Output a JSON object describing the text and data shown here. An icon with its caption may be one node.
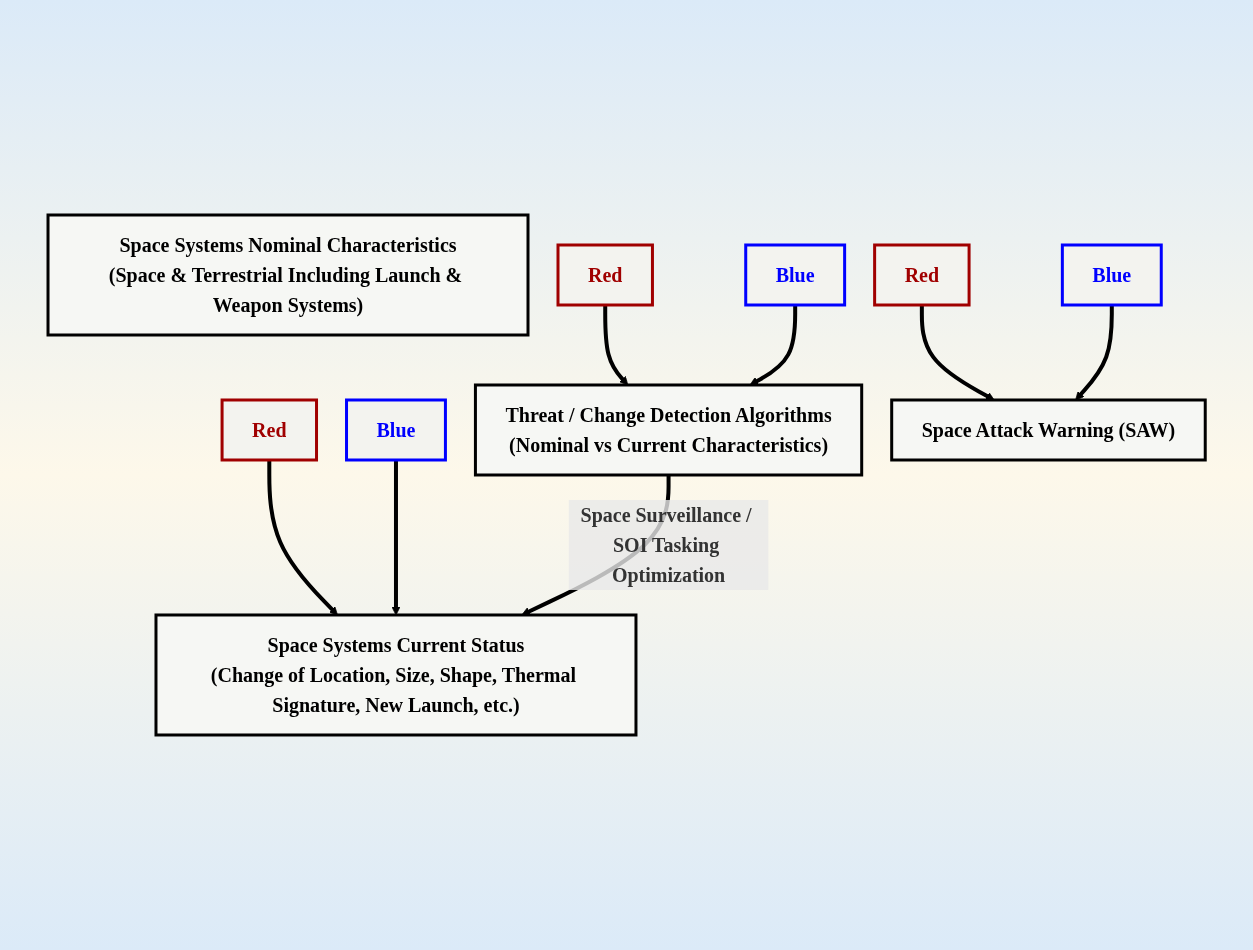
{
  "diagram": {
    "nodes": [
      {
        "text": [
          "Space Systems Nominal Characteristics",
          "(Space & Terrestrial Including Launch & Weapon Systems)"
        ]
      },
      {
        "text": [
          "Red"
        ]
      },
      {
        "text": [
          "Blue"
        ]
      },
      {
        "text": [
          "Space Systems Current Status",
          "(Change of Location, Size, Shape, Thermal Signature, New Launch, etc.)"
        ]
      },
      {
        "text": [
          "Red"
        ]
      },
      {
        "text": [
          "Blue"
        ]
      },
      {
        "text": [
          "Threat / Change Detection Algorithms",
          "(Nominal vs Current Characteristics)"
        ]
      },
      {
        "text": [
          "Red"
        ]
      },
      {
        "text": [
          "Blue"
        ]
      },
      {
        "text": [
          "Space Attack Warning (SAW)"
        ]
      }
    ],
    "edges": [
      {
        "from": 1,
        "to": 3,
        "arrow": "to"
      },
      {
        "from": 2,
        "to": 3,
        "arrow": "to"
      },
      {
        "from": 4,
        "to": 6,
        "arrow": "to"
      },
      {
        "from": 5,
        "to": 6,
        "arrow": "to"
      },
      {
        "from": 6,
        "to": 3,
        "arrow": "to",
        "label": "Space Surveillance / SOI Tasking Optimization"
      },
      {
        "from": 7,
        "to": 9,
        "arrow": "to"
      },
      {
        "from": 8,
        "to": 9,
        "arrow": "to"
      }
    ]
  }
}
